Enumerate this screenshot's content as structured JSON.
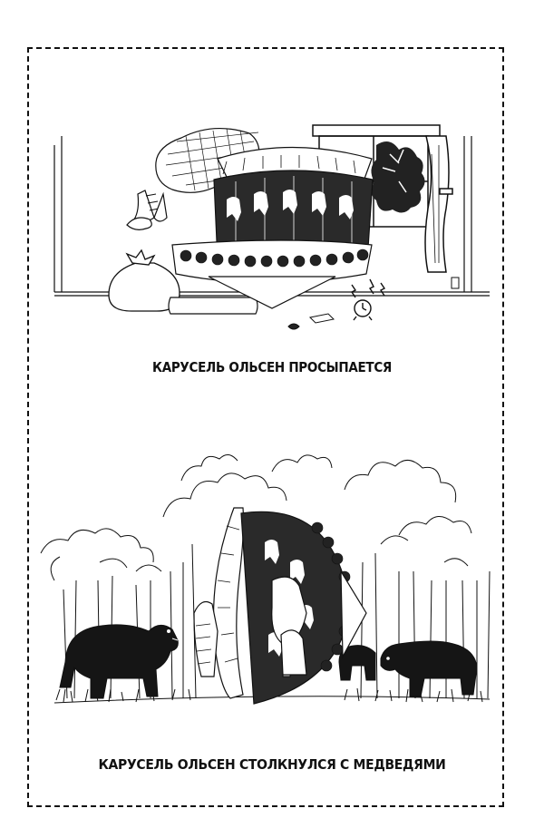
{
  "page": {
    "background": "#ffffff",
    "ink": "#111111"
  },
  "panels": [
    {
      "caption": "КАРУСЕЛЬ ОЛЬСЕН ПРОСЫПАЕТСЯ",
      "scene": "bedroom",
      "icons": [
        "carousel-icon",
        "quilt-icon",
        "window-icon",
        "alarm-clock-icon",
        "sack-icon",
        "mat-icon"
      ]
    },
    {
      "caption": "КАРУСЕЛЬ ОЛЬСЕН СТОЛКНУЛСЯ С МЕДВЕДЯМИ",
      "scene": "forest",
      "icons": [
        "carousel-icon",
        "bear-icon",
        "tree-icon",
        "grass-icon"
      ]
    }
  ]
}
